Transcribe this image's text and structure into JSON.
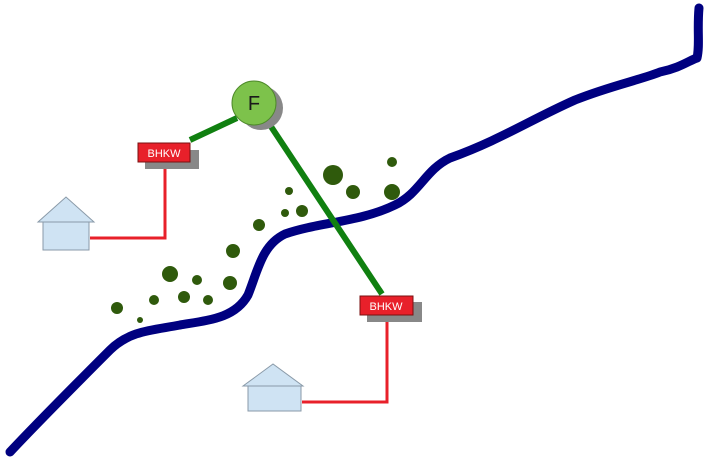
{
  "diagram": {
    "central_node": {
      "label": "F",
      "fill": "#7dc24b",
      "stroke": "#4e8a2a"
    },
    "units": [
      {
        "label": "BHKW",
        "fill": "#e8202a"
      },
      {
        "label": "BHKW",
        "fill": "#e8202a"
      }
    ],
    "colors": {
      "river": "#000080",
      "pipeline": "#108010",
      "power_line": "#e8202a",
      "trees": "#2f5a0c",
      "house_fill": "#cfe3f3",
      "house_stroke": "#8a9aa8",
      "shadow": "#888888"
    },
    "icons": [
      "house-icon",
      "house-icon",
      "tree-icon"
    ]
  }
}
